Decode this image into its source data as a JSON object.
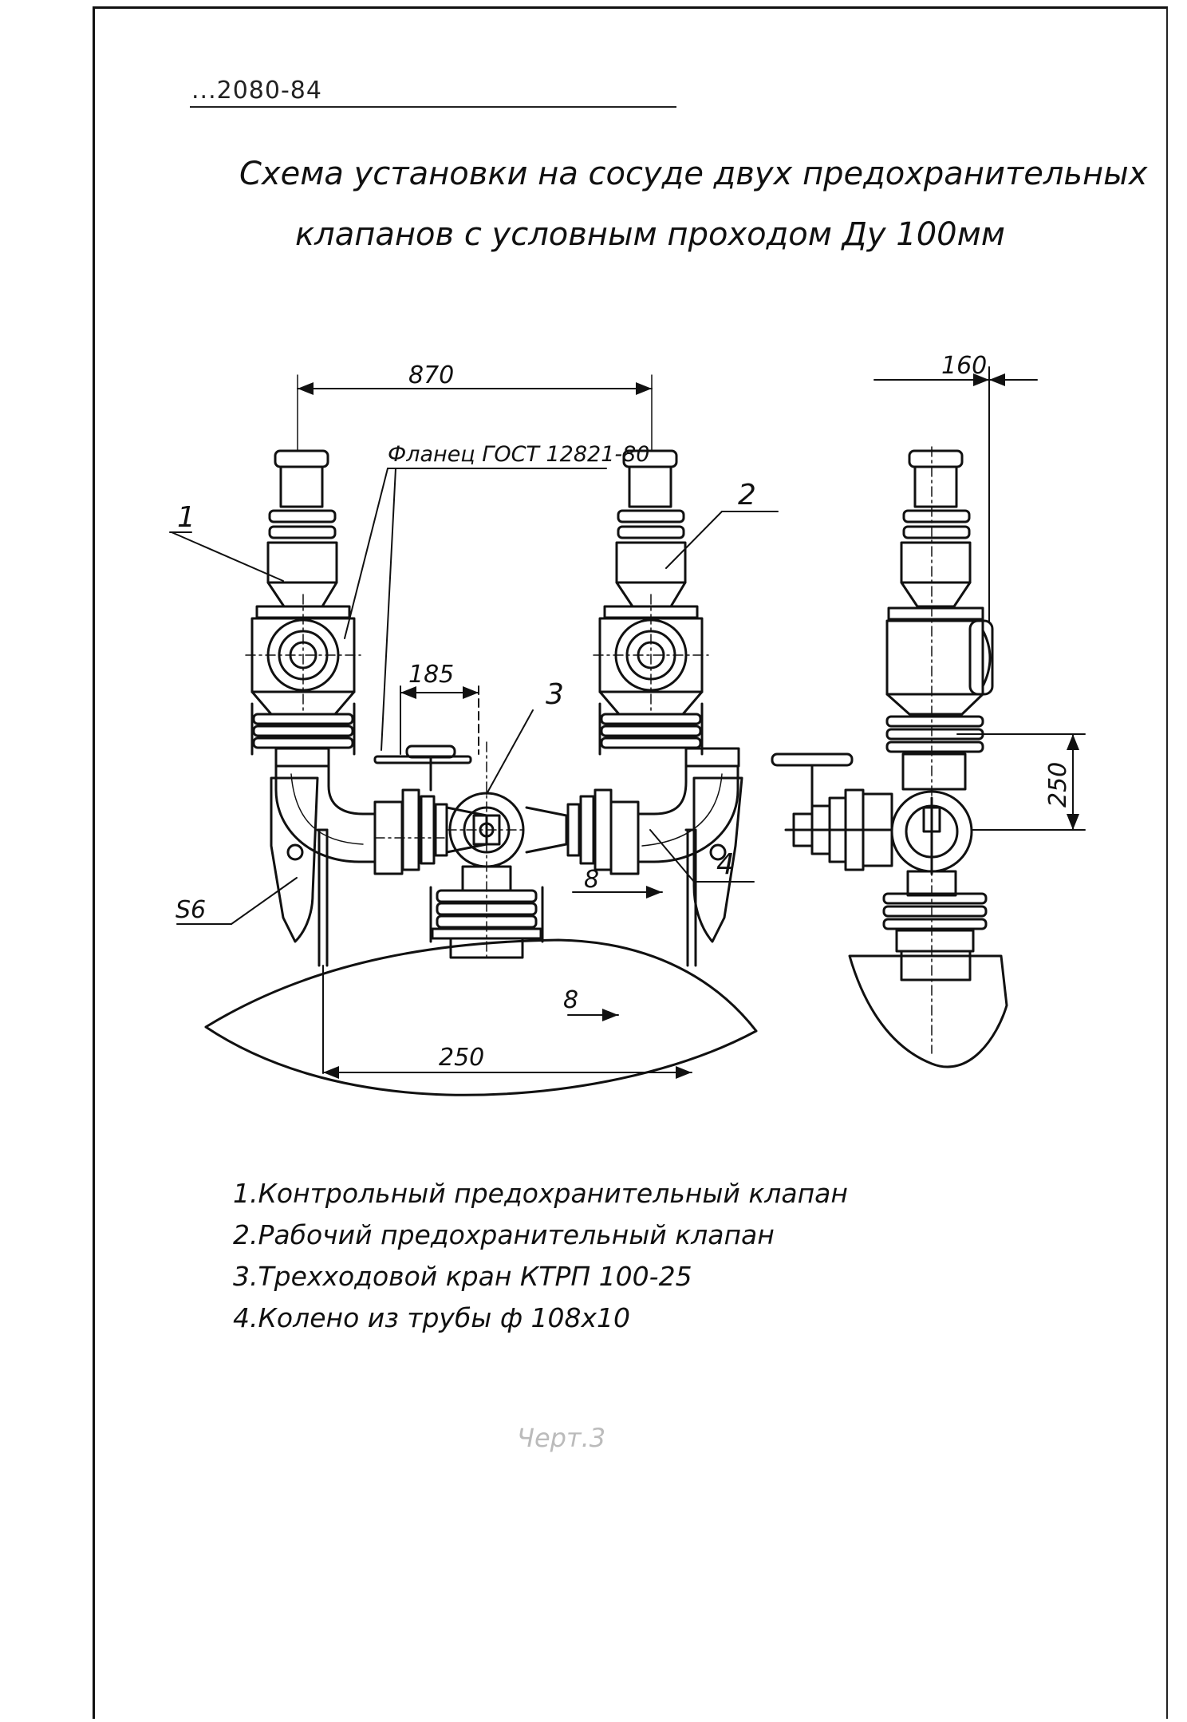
{
  "document": {
    "id": "...2080-84",
    "title_line1": "Схема установки на сосуде двух предохранительных",
    "title_line2": "клапанов с условным проходом Ду 100мм",
    "sheet": "Черт.3"
  },
  "drawing": {
    "dim_870": "870",
    "dim_160": "160",
    "dim_185": "185",
    "dim_250_vertical": "250",
    "dim_250_bottom": "250",
    "dim_8_upper": "8",
    "dim_8_lower": "8",
    "label_s6": "S6",
    "flange_note": "Фланец ГОСТ 12821-80",
    "callout_1": "1",
    "callout_2": "2",
    "callout_3": "3",
    "callout_4": "4"
  },
  "legend": {
    "items": [
      "1.Контрольный предохранительный клапан",
      "2.Рабочий предохранительный клапан",
      "3.Трехходовой кран КТРП 100-25",
      "4.Колено из трубы ф 108х10"
    ]
  }
}
